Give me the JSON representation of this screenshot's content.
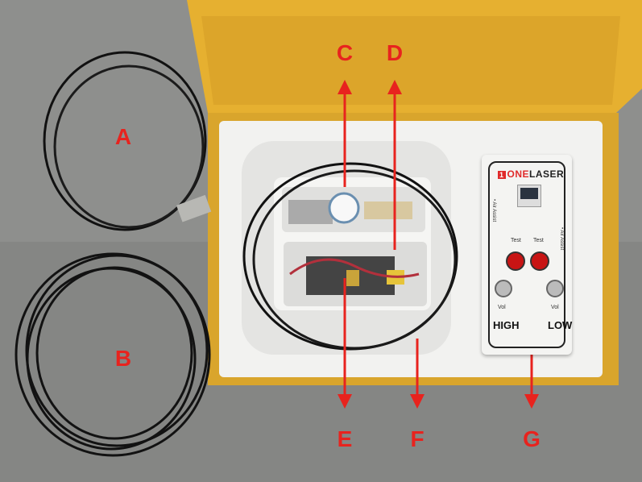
{
  "labels": {
    "a": "A",
    "b": "B",
    "c": "C",
    "d": "D",
    "e": "E",
    "f": "F",
    "g": "G"
  },
  "panel": {
    "brand_number": "1",
    "brand_one": "ONE",
    "brand_laser": "LASER",
    "air_assist": "• Air Assist",
    "test_left": "Test",
    "test_right": "Test",
    "vol_left": "Vol",
    "vol_right": "Vol",
    "high": "HIGH",
    "low": "LOW"
  },
  "colors": {
    "annotation": "#e8231e",
    "box": "#e0ac2a",
    "foam": "#f2f2f0",
    "floor": "#8d8e8c"
  }
}
